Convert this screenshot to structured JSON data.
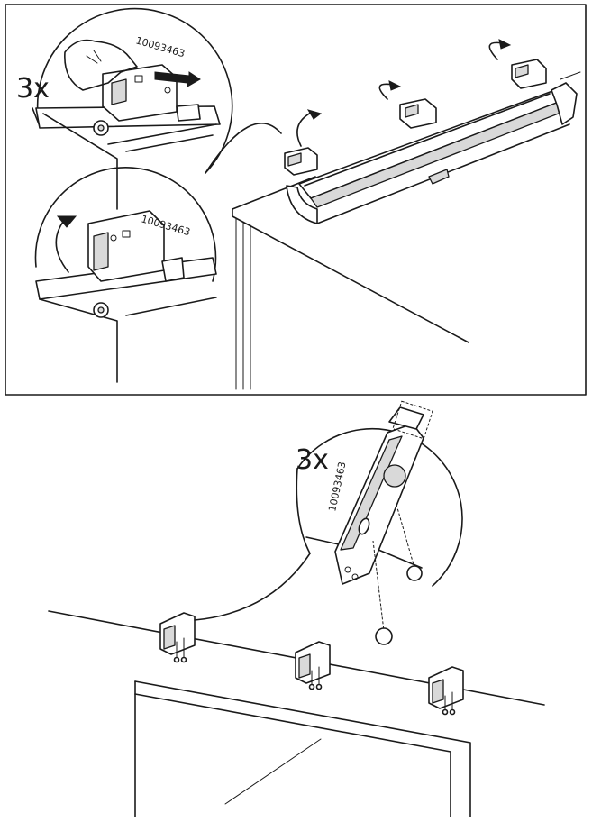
{
  "step_top": {
    "quantity_label": "3x",
    "part_number_upper": "10093463",
    "part_number_lower": "10093463"
  },
  "step_bottom": {
    "quantity_label": "3x",
    "part_number": "10093463"
  }
}
